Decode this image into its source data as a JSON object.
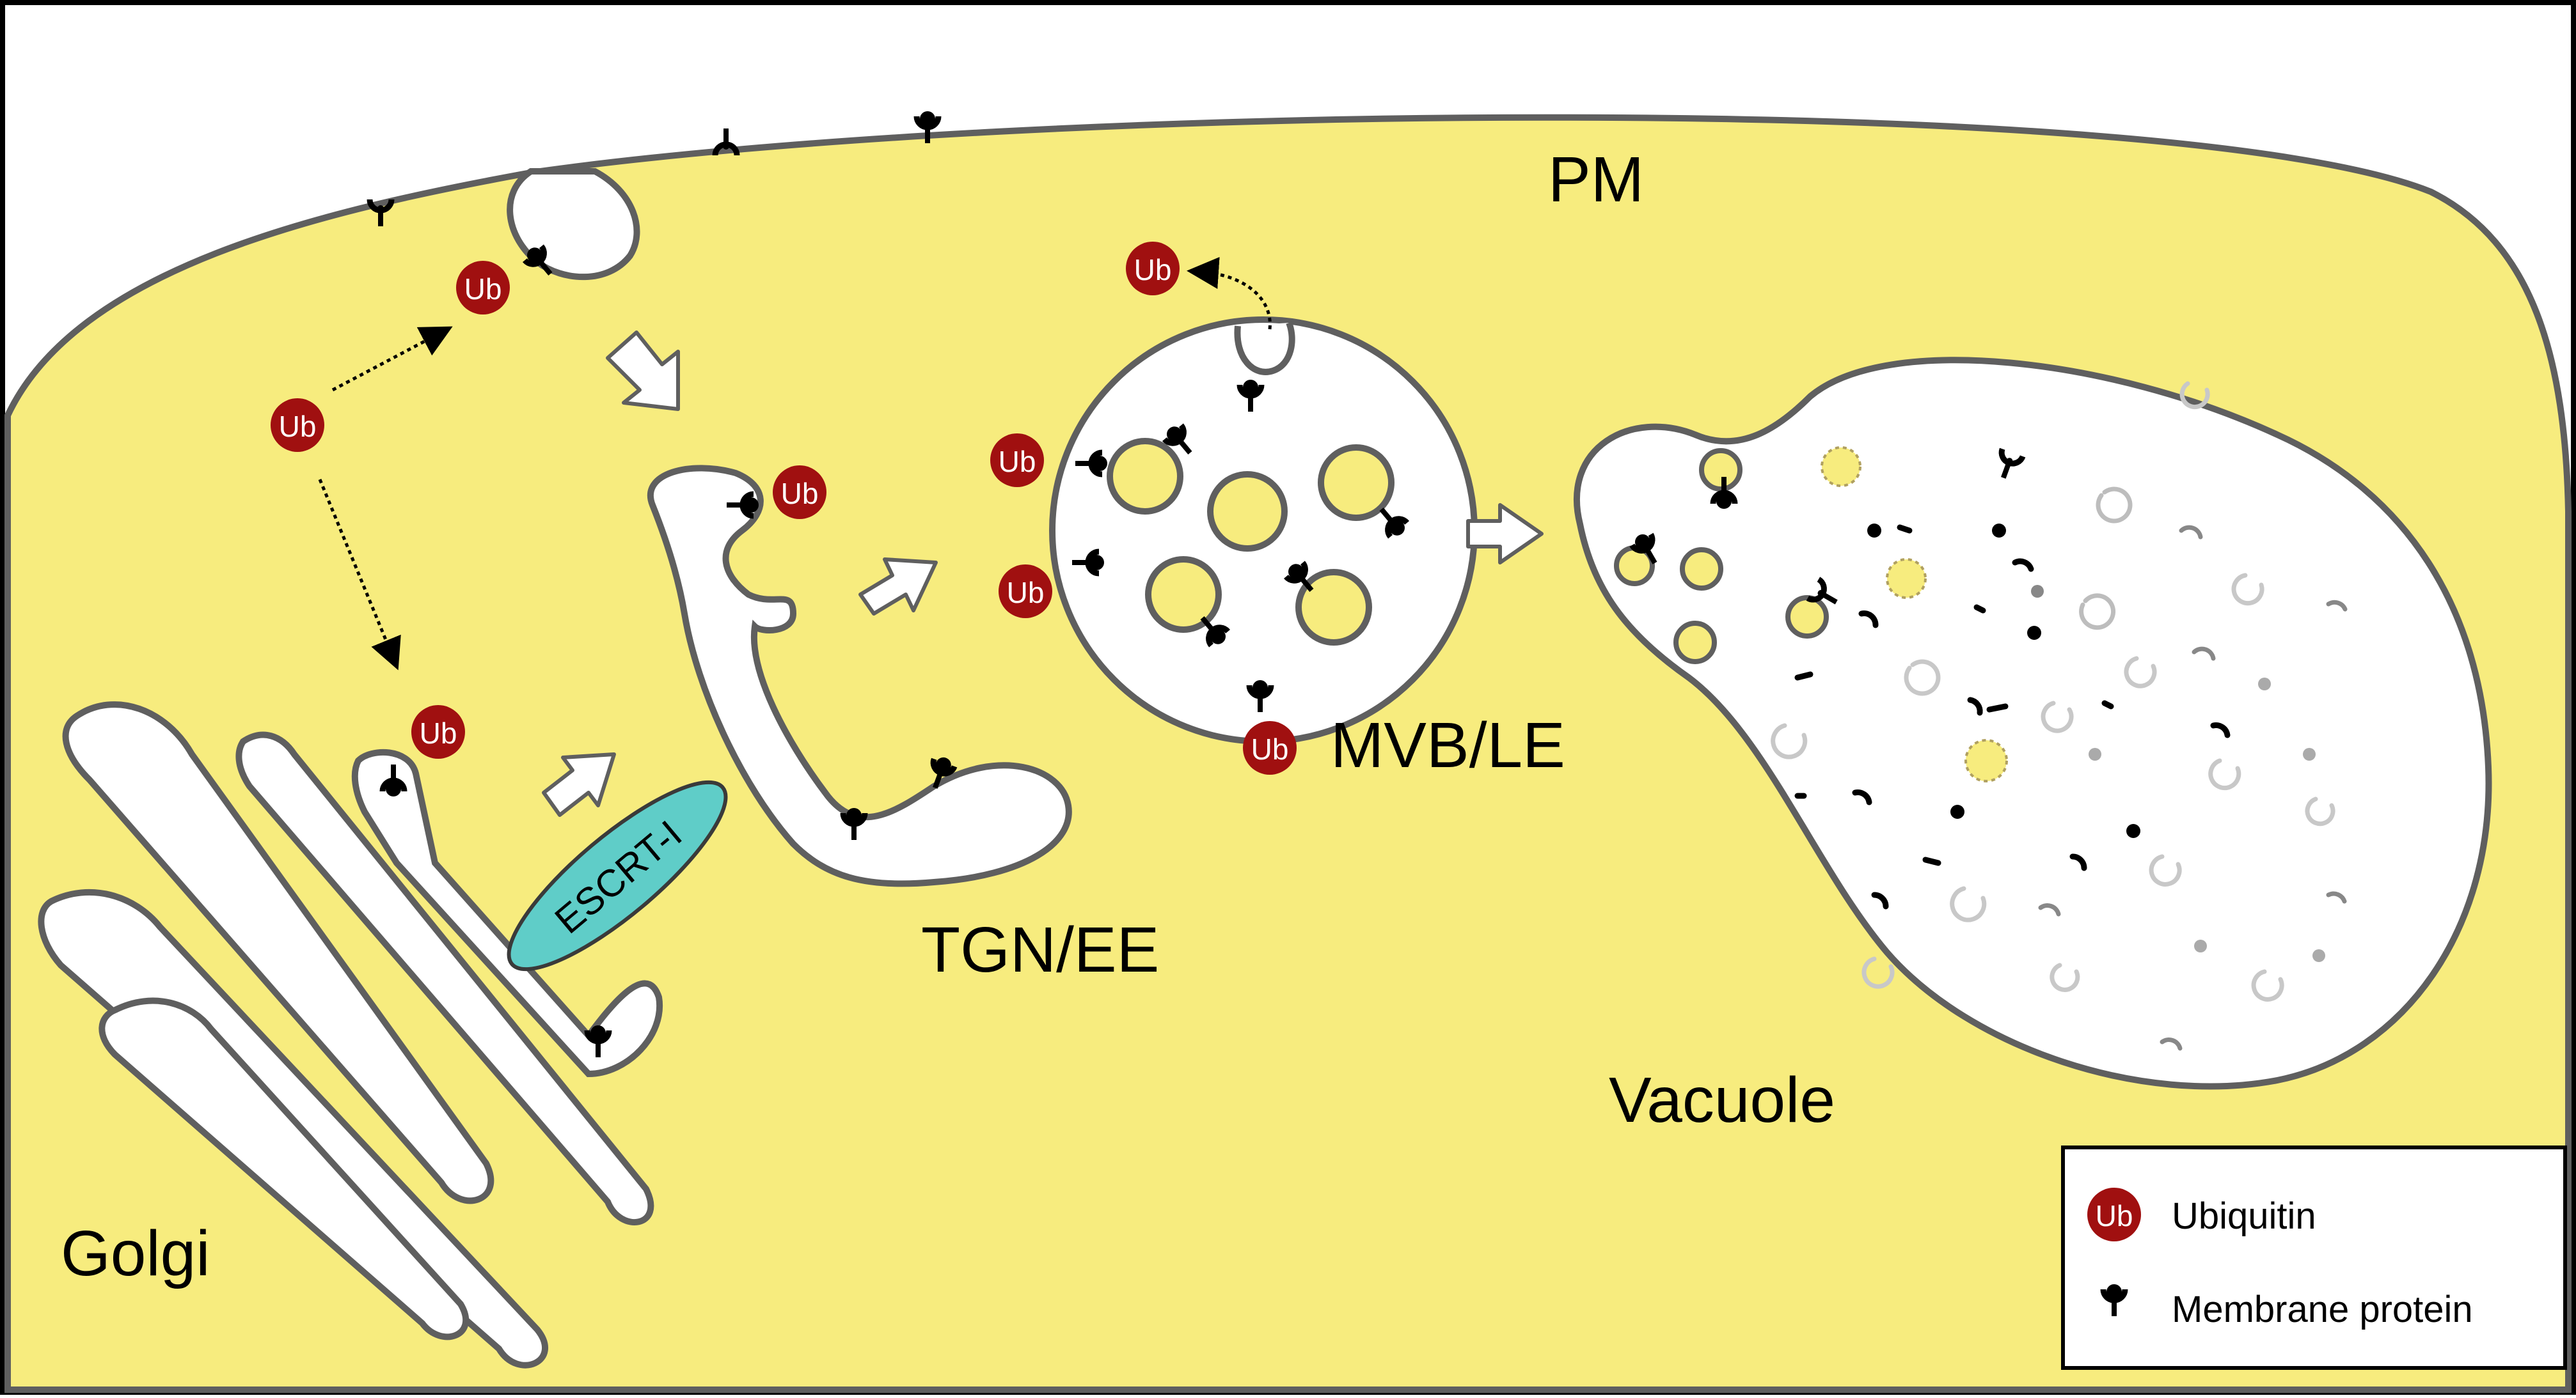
{
  "labels": {
    "pm": "PM",
    "mvb": "MVB/LE",
    "tgn": "TGN/EE",
    "vacuole": "Vacuole",
    "golgi": "Golgi",
    "escrt": "ESCRT-I"
  },
  "ub_label": "Ub",
  "legend": {
    "ubiquitin": "Ubiquitin",
    "membrane_protein": "Membrane protein"
  },
  "colors": {
    "cytoplasm": "#f7ec7e",
    "membrane": "#5f5f5f",
    "ubiquitin": "#a01010",
    "escrt": "#5fcdc8",
    "protein": "#000000"
  }
}
